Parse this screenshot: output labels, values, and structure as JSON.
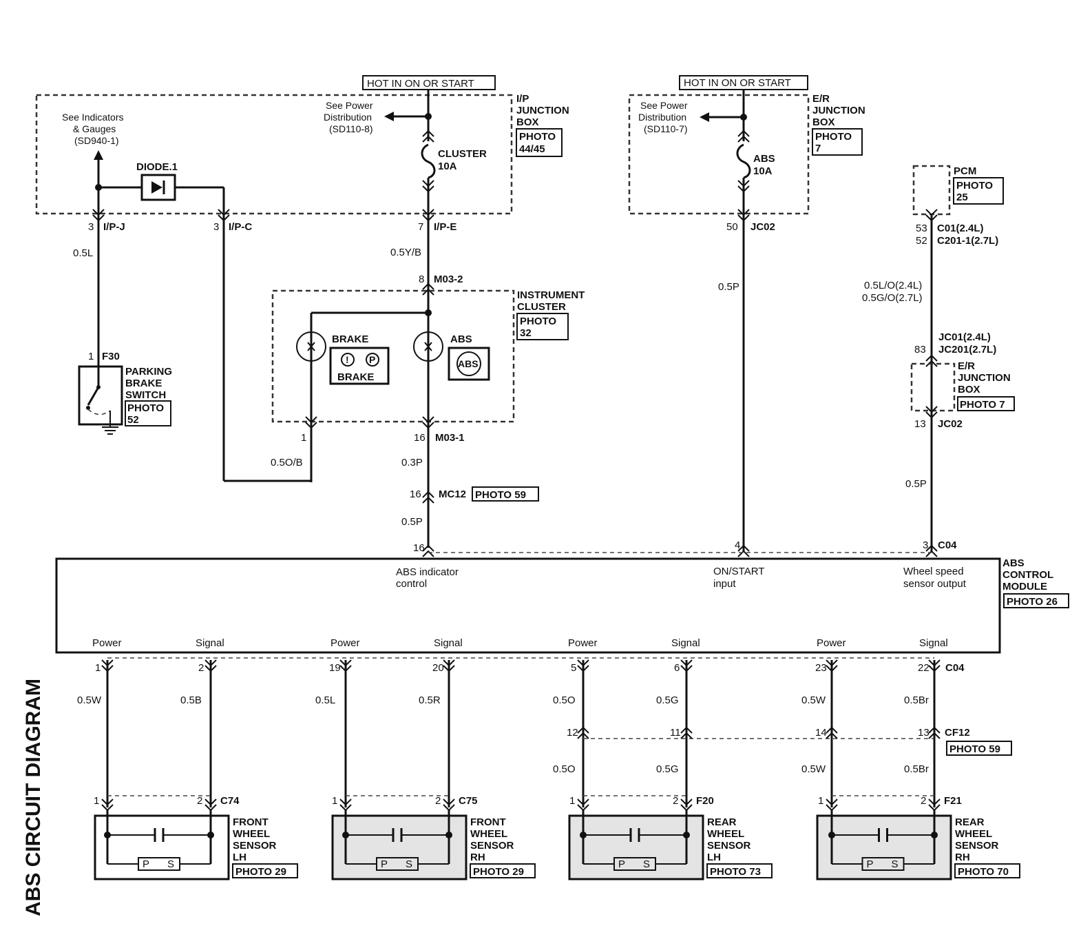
{
  "title": "ABS CIRCUIT DIAGRAM",
  "hot_labels": {
    "ip": "HOT IN ON OR START",
    "er": "HOT IN ON OR START"
  },
  "ip_junction": {
    "name1": "I/P",
    "name2": "JUNCTION",
    "name3": "BOX",
    "photo1": "PHOTO",
    "photo2": "44/45",
    "see_power_1": "See Power",
    "see_power_2": "Distribution",
    "see_power_3": "(SD110-8)",
    "see_ind_1": "See Indicators",
    "see_ind_2": "& Gauges",
    "see_ind_3": "(SD940-1)",
    "diode": "DIODE.1",
    "fuse_name": "CLUSTER",
    "fuse_rating": "10A"
  },
  "er_junction": {
    "name1": "E/R",
    "name2": "JUNCTION",
    "name3": "BOX",
    "photo1": "PHOTO",
    "photo2": "7",
    "see_power_1": "See Power",
    "see_power_2": "Distribution",
    "see_power_3": "(SD110-7)",
    "fuse_name": "ABS",
    "fuse_rating": "10A"
  },
  "pcm": {
    "name": "PCM",
    "photo1": "PHOTO",
    "photo2": "25"
  },
  "pins_top": {
    "ipj_pin": "3",
    "ipj": "I/P-J",
    "ipc_pin": "3",
    "ipc": "I/P-C",
    "ipe_pin": "7",
    "ipe": "I/P-E",
    "jc02_pin": "50",
    "jc02": "JC02",
    "c01_pin": "53",
    "c01": "C01(2.4L)",
    "c201_pin": "52",
    "c201": "C201-1(2.7L)",
    "m032_pin": "8",
    "m032": "M03-2",
    "f30_pin": "1",
    "f30": "F30",
    "m031_pin_l": "1",
    "m031_pin_r": "16",
    "m031": "M03-1",
    "mc12_pin": "16",
    "mc12": "MC12",
    "mc12_photo": "PHOTO 59",
    "jc01_pin": "83",
    "jc01": "JC01(2.4L)",
    "jc201": "JC201(2.7L)",
    "jc02b_pin": "13",
    "jc02b": "JC02",
    "abs16": "16",
    "abs4": "4",
    "abs3": "3",
    "c04": "C04"
  },
  "wires_top": {
    "w_ipj": "0.5L",
    "w_ipe": "0.5Y/B",
    "w_m031_l": "0.5O/B",
    "w_m031_r": "0.3P",
    "w_mc12": "0.5P",
    "w_jc02": "0.5P",
    "w_pcm1": "0.5L/O(2.4L)",
    "w_pcm2": "0.5G/O(2.7L)",
    "w_jc02b": "0.5P"
  },
  "cluster": {
    "name1": "INSTRUMENT",
    "name2": "CLUSTER",
    "photo1": "PHOTO",
    "photo2": "32",
    "brake_label": "BRAKE",
    "brake_sym": "BRAKE",
    "abs_label": "ABS",
    "abs_sym": "ABS"
  },
  "parking": {
    "name1": "PARKING",
    "name2": "BRAKE",
    "name3": "SWITCH",
    "photo1": "PHOTO",
    "photo2": "52"
  },
  "er_junction2": {
    "name1": "E/R",
    "name2": "JUNCTION",
    "name3": "BOX",
    "photo": "PHOTO 7"
  },
  "abs_module": {
    "name1": "ABS",
    "name2": "CONTROL",
    "name3": "MODULE",
    "photo": "PHOTO 26",
    "in1_a": "ABS indicator",
    "in1_b": "control",
    "in2_a": "ON/START",
    "in2_b": "input",
    "in3_a": "Wheel speed",
    "in3_b": "sensor output",
    "power": "Power",
    "signal": "Signal"
  },
  "bottom": {
    "pins": [
      "1",
      "2",
      "19",
      "20",
      "5",
      "6",
      "23",
      "22"
    ],
    "c04": "C04",
    "wires": [
      "0.5W",
      "0.5B",
      "0.5L",
      "0.5R",
      "0.5O",
      "0.5G",
      "0.5W",
      "0.5Br"
    ],
    "cf12_pins": [
      "12",
      "11",
      "14",
      "13"
    ],
    "cf12": "CF12",
    "cf12_photo": "PHOTO 59",
    "wires2": [
      "0.5O",
      "0.5G",
      "0.5W",
      "0.5Br"
    ]
  },
  "sensors": [
    {
      "conn": "C74",
      "pin1": "1",
      "pin2": "2",
      "n1": "FRONT",
      "n2": "WHEEL",
      "n3": "SENSOR",
      "n4": "LH",
      "photo": "PHOTO 29",
      "ps_p": "P",
      "ps_s": "S"
    },
    {
      "conn": "C75",
      "pin1": "1",
      "pin2": "2",
      "n1": "FRONT",
      "n2": "WHEEL",
      "n3": "SENSOR",
      "n4": "RH",
      "photo": "PHOTO 29",
      "ps_p": "P",
      "ps_s": "S"
    },
    {
      "conn": "F20",
      "pin1": "1",
      "pin2": "2",
      "n1": "REAR",
      "n2": "WHEEL",
      "n3": "SENSOR",
      "n4": "LH",
      "photo": "PHOTO 73",
      "ps_p": "P",
      "ps_s": "S"
    },
    {
      "conn": "F21",
      "pin1": "1",
      "pin2": "2",
      "n1": "REAR",
      "n2": "WHEEL",
      "n3": "SENSOR",
      "n4": "RH",
      "photo": "PHOTO 70",
      "ps_p": "P",
      "ps_s": "S"
    }
  ]
}
